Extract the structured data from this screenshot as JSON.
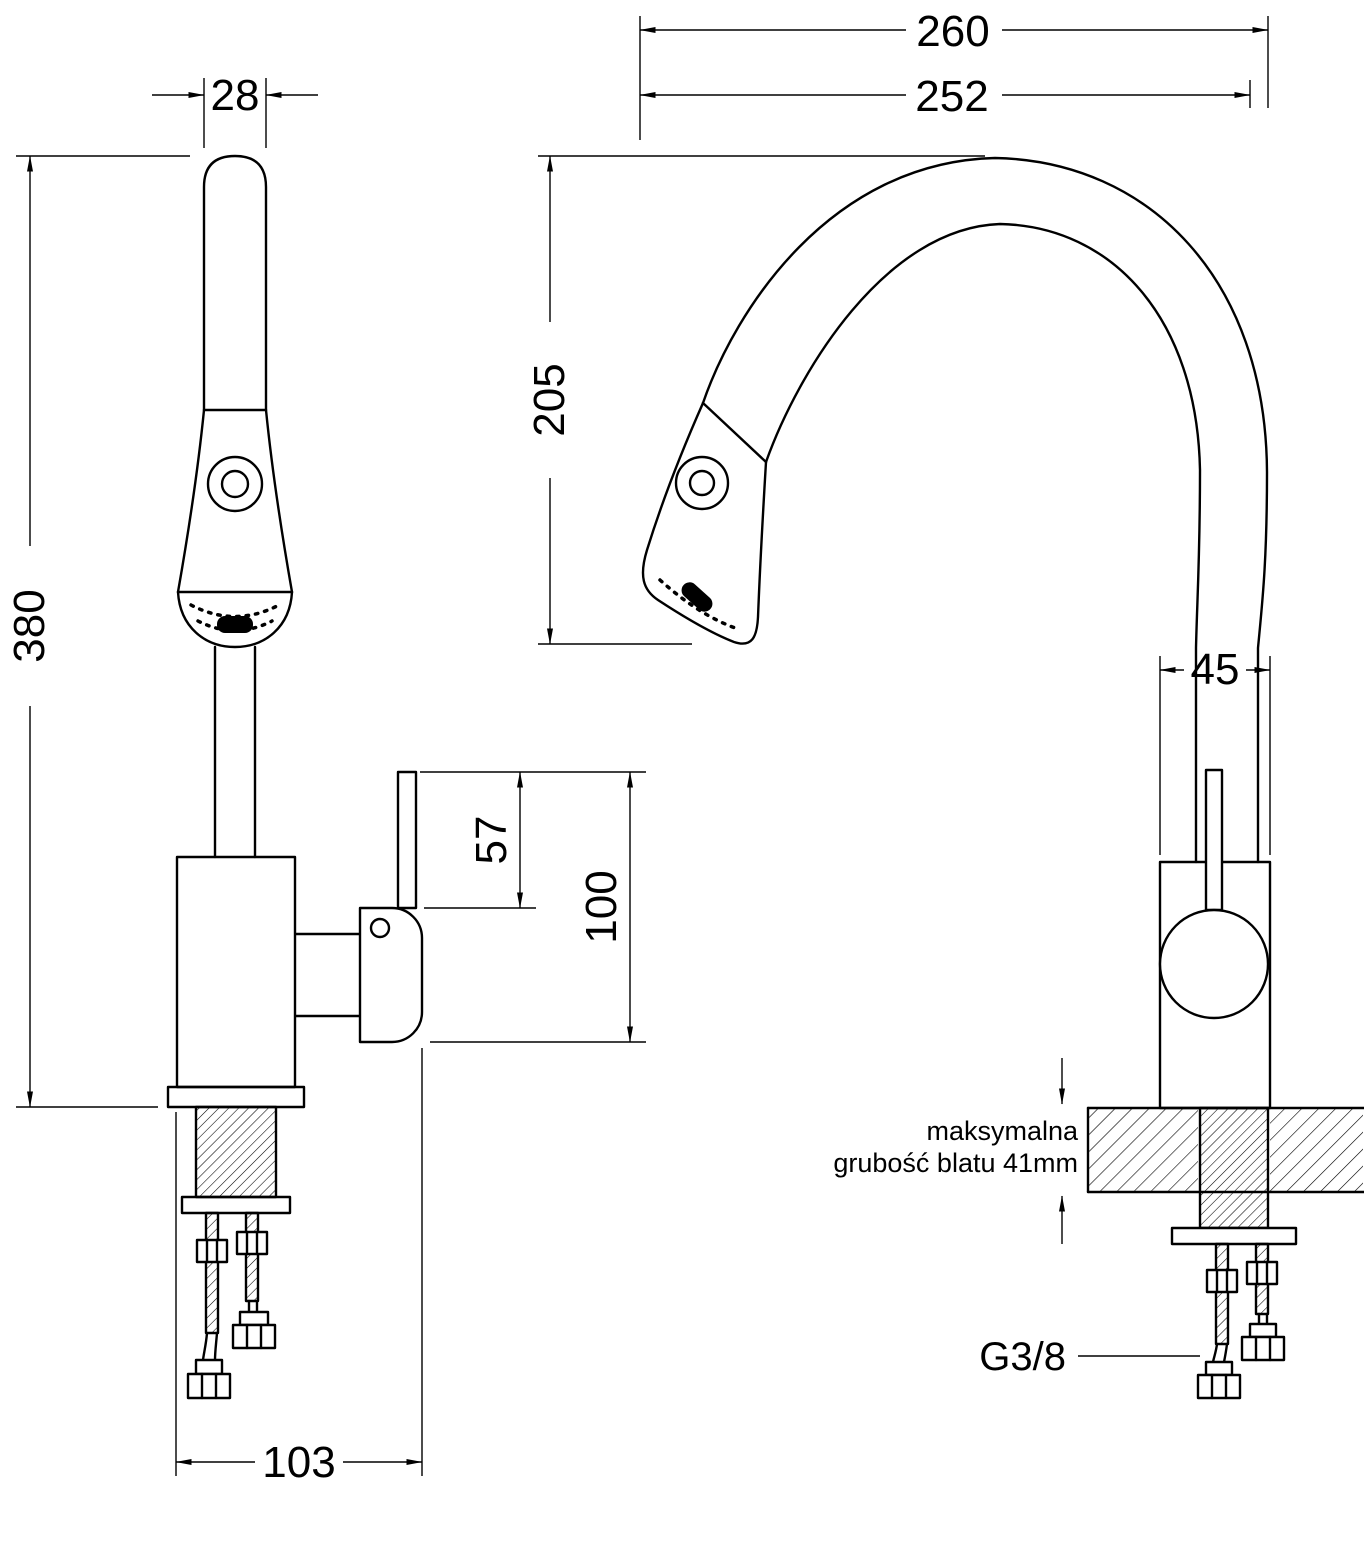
{
  "front_view": {
    "dim_spout_width": "28",
    "dim_total_height": "380",
    "dim_lever_height": "57",
    "dim_handle_assembly_height": "100",
    "dim_base_depth": "103"
  },
  "side_view": {
    "dim_overall_depth": "260",
    "dim_spout_reach": "252",
    "dim_spout_clearance": "205",
    "dim_body_width": "45",
    "note_line1": "maksymalna",
    "note_line2": "grubość blatu 41mm",
    "thread_label": "G3/8"
  },
  "colors": {
    "line": "#000000",
    "background": "#ffffff"
  }
}
